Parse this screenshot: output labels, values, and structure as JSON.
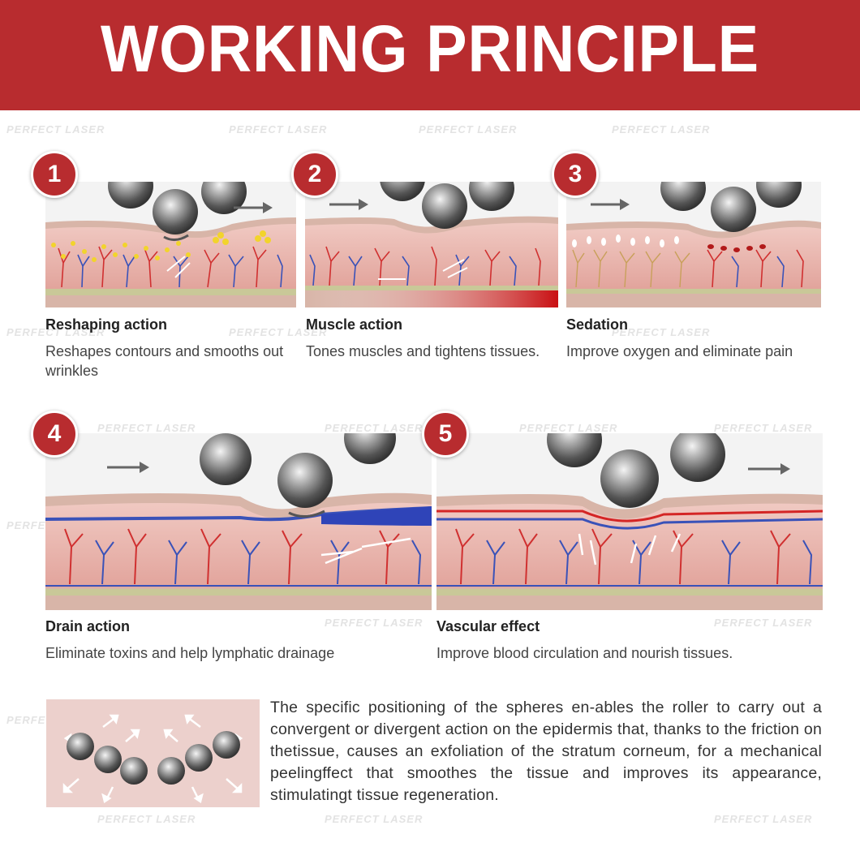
{
  "header": {
    "title": "WORKING PRINCIPLE"
  },
  "watermark": {
    "text": "PERFECT LASER"
  },
  "colors": {
    "brand_red": "#b82c2f",
    "skin": "#e7b3ad",
    "vein": "#3a52b8",
    "artery": "#d42525"
  },
  "steps": [
    {
      "number": "1",
      "title": "Reshaping action",
      "description": "Reshapes contours and smooths out wrinkles"
    },
    {
      "number": "2",
      "title": "Muscle action",
      "description": "Tones muscles and tightens tissues."
    },
    {
      "number": "3",
      "title": "Sedation",
      "description": "Improve oxygen and eliminate pain"
    },
    {
      "number": "4",
      "title": "Drain action",
      "description": "Eliminate toxins and help lymphatic drainage"
    },
    {
      "number": "5",
      "title": "Vascular effect",
      "description": "Improve blood circulation and nourish tissues."
    }
  ],
  "bottom": {
    "paragraph": "The specific positioning of the spheres en-ables the roller to carry out a convergent or divergent action on the epidermis that, thanks to the friction on thetissue, causes an exfoliation of the stratum corneum, for a mechanical peelingffect that smoothes the tissue and improves its appearance, stimulatingt tissue regeneration."
  }
}
